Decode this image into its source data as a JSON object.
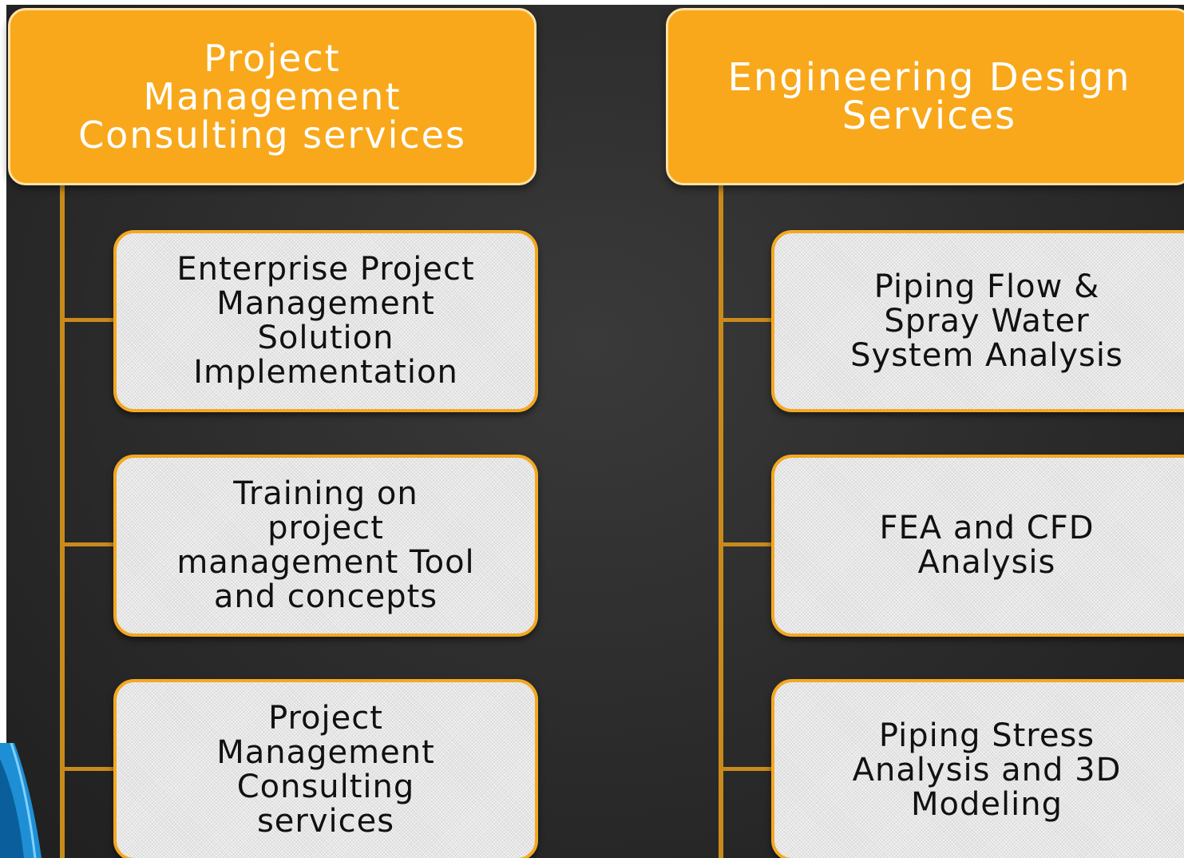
{
  "columns": [
    {
      "header": "Project\nManagement\nConsulting services",
      "items": [
        "Enterprise Project\nManagement\nSolution\nImplementation",
        "Training on\nproject\nmanagement Tool\nand concepts",
        "Project\nManagement\nConsulting\nservices"
      ]
    },
    {
      "header": "Engineering Design\nServices",
      "items": [
        "Piping Flow &\nSpray Water\nSystem Analysis",
        "FEA and CFD\nAnalysis",
        "Piping Stress\nAnalysis and 3D\nModeling"
      ]
    }
  ],
  "colors": {
    "header_fill": "#f9a81b",
    "connector": "#c98a1c",
    "box_border": "#f3a822",
    "background": "#2b2b2b"
  }
}
